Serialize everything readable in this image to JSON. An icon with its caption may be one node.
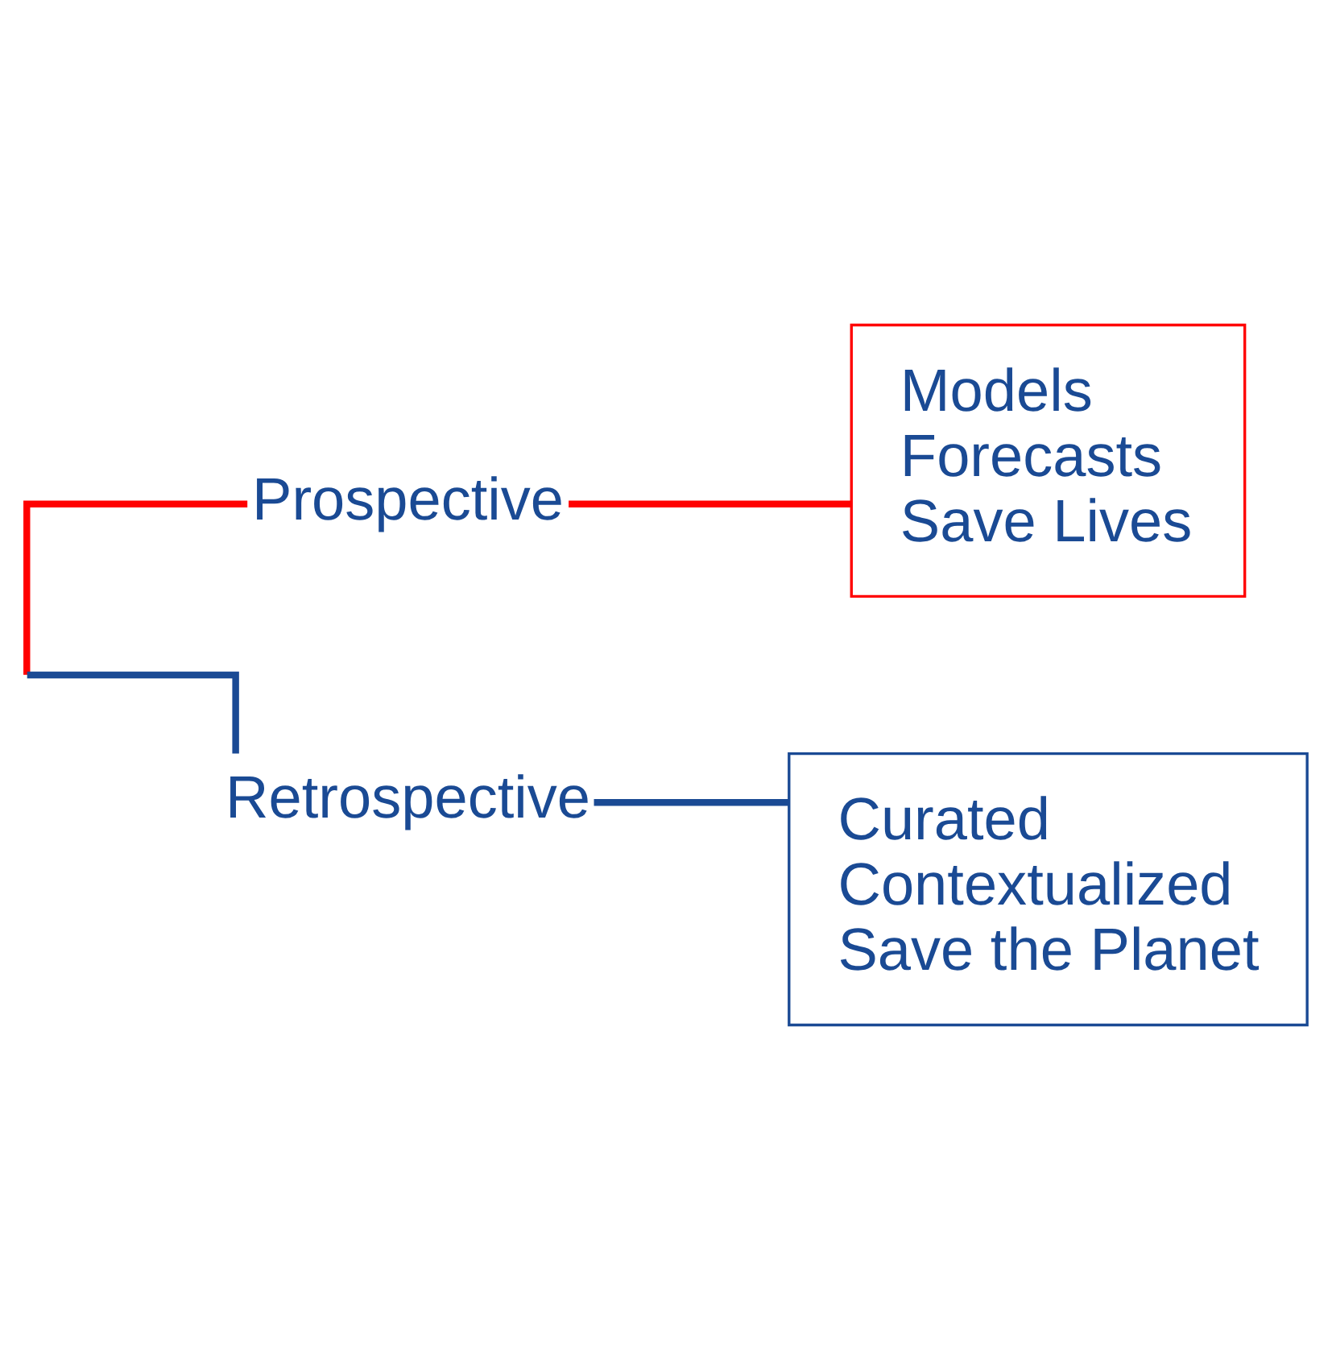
{
  "diagram": {
    "nodes": [
      {
        "text": [
          "Prospective"
        ]
      },
      {
        "text": [
          "Models",
          "Forecasts",
          "Save Lives"
        ]
      },
      {
        "text": [
          "Retrospective"
        ]
      },
      {
        "text": [
          "Curated",
          "Contextualized",
          "Save the Planet"
        ]
      }
    ],
    "edges": [
      {
        "from": null,
        "to": 0,
        "arrow": "none",
        "color": "#ff0000"
      },
      {
        "from": null,
        "to": 2,
        "arrow": "none",
        "color": "#1a4a94"
      },
      {
        "from": 0,
        "to": 1,
        "arrow": "none",
        "color": "#ff0000"
      },
      {
        "from": 2,
        "to": 3,
        "arrow": "none",
        "color": "#1a4a94"
      }
    ]
  }
}
